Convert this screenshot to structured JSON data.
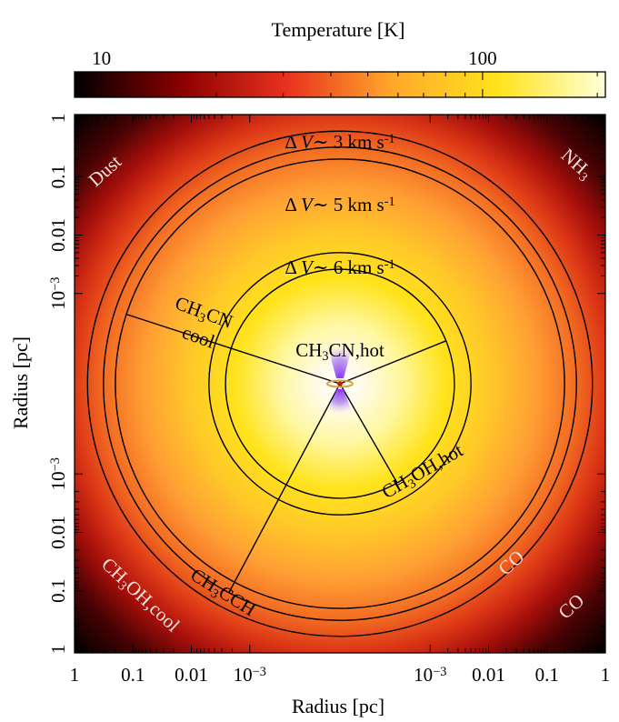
{
  "chart_data": {
    "type": "heatmap",
    "description_free": true,
    "colorbar": {
      "label": "Temperature [K]",
      "scale": "log",
      "range": [
        8.5,
        210
      ],
      "ticks": [
        10,
        100
      ],
      "tick_labels": [
        "10",
        "100"
      ],
      "colormap": [
        "#000000",
        "#8b0000",
        "#e8321e",
        "#ffa82b",
        "#ffe41c",
        "#ffffd8"
      ]
    },
    "xlabel": "Radius [pc]",
    "ylabel": "Radius [pc]",
    "axis_scale": "symmetric-log",
    "axis_range_pc": [
      0.0001,
      1
    ],
    "x_tick_labels": [
      "1",
      "0.1",
      "0.01",
      "10",
      "10"
    ],
    "y_tick_labels": [
      "1",
      "0.1",
      "0.01",
      "10",
      "10"
    ],
    "tick_exponent": "−3",
    "x_ticks": [
      {
        "side": "left",
        "value": 1,
        "label": "1"
      },
      {
        "side": "left",
        "value": 0.1,
        "label": "0.1"
      },
      {
        "side": "left",
        "value": 0.01,
        "label": "0.01"
      },
      {
        "side": "left",
        "value": 0.001,
        "label": "10",
        "exp": "−3"
      },
      {
        "side": "right",
        "value": 0.001,
        "label": "10",
        "exp": "−3"
      },
      {
        "side": "right",
        "value": 0.01,
        "label": "0.01"
      },
      {
        "side": "right",
        "value": 0.1,
        "label": "0.1"
      },
      {
        "side": "right",
        "value": 1,
        "label": "1"
      }
    ],
    "velocity_contours": [
      {
        "label": "Δ V∼ 3 km s-1",
        "dv_kms": 3,
        "radius_pc": 0.6
      },
      {
        "label": "Δ V∼ 5 km s-1",
        "dv_kms": 5,
        "radius_pc": 0.2
      },
      {
        "label": "Δ V∼ 6 km s-1",
        "dv_kms": 6,
        "radius_pc": 0.005
      }
    ],
    "extra_circles_pc": [
      0.32,
      0.0026
    ],
    "contour_text": {
      "delta": "Δ",
      "v": "V",
      "tilde": "∼",
      "units": [
        {
          "num": "3",
          "unit": "km s",
          "exp": "-1"
        },
        {
          "num": "5",
          "unit": "km s",
          "exp": "-1"
        },
        {
          "num": "6",
          "unit": "km s",
          "exp": "-1"
        }
      ]
    },
    "tracer_labels": {
      "dust": "Dust",
      "nh3": {
        "base": "NH",
        "sub": "3"
      },
      "ch3cn_cool": {
        "a": "CH",
        "sub": "3",
        "b": "CN",
        "line2": "cool"
      },
      "ch3cn_hot": {
        "a": "CH",
        "sub": "3",
        "b": "CN,hot"
      },
      "ch3oh_hot": {
        "a": "CH",
        "sub": "3",
        "b": "OH,hot"
      },
      "ch3cch": {
        "a": "CH",
        "sub": "3",
        "b": "CCH"
      },
      "ch3oh_cool": {
        "a": "CH",
        "sub": "3",
        "b": "OH,cool"
      },
      "co_inner": "CO",
      "co_outer": "CO"
    },
    "radial_lines": [
      {
        "tracer": "CH3CN cool",
        "r_pc": 0.2
      },
      {
        "tracer": "CH3CN hot",
        "r_pc": 0.0026
      },
      {
        "tracer": "CH3OH hot",
        "r_pc": 0.0026
      },
      {
        "tracer": "CH3CCH",
        "r_pc": 0.32
      }
    ],
    "colors": {
      "contour": "#000000",
      "label_dark": "#000000",
      "label_light": "#f3e3dc",
      "disk": "#d7a244",
      "outflow": "#8a3cf0"
    }
  }
}
